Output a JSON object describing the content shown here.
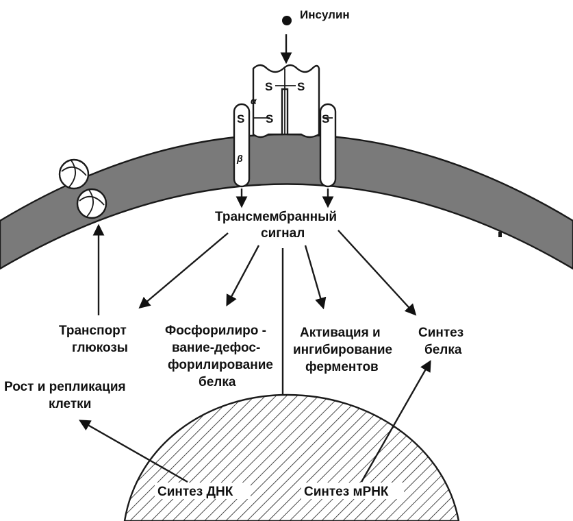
{
  "labels": {
    "insulin": "Инсулин",
    "alpha": "α",
    "beta": "β",
    "ss_top_left": "S",
    "ss_top_right": "S",
    "ss_mid_left_outer": "S",
    "ss_mid_left_inner": "S",
    "ss_mid_right": "S",
    "signal_line1": "Трансмембранный",
    "signal_line2": "сигнал",
    "transport_line1": "Транспорт",
    "transport_line2": "глюкозы",
    "phos_line1": "Фосфорилиро -",
    "phos_line2": "вание-дефос-",
    "phos_line3": "форилирование",
    "phos_line4": "белка",
    "activ_line1": "Активация и",
    "activ_line2": "ингибирование",
    "activ_line3": "ферментов",
    "synth_line1": "Синтез",
    "synth_line2": "белка",
    "growth_line1": "Рост и репликация",
    "growth_line2": "клетки",
    "dna": "Синтез ДНК",
    "mrna": "Синтез мРНК"
  },
  "colors": {
    "membrane": "#7a7a7a",
    "ink": "#111111",
    "background": "#ffffff"
  }
}
